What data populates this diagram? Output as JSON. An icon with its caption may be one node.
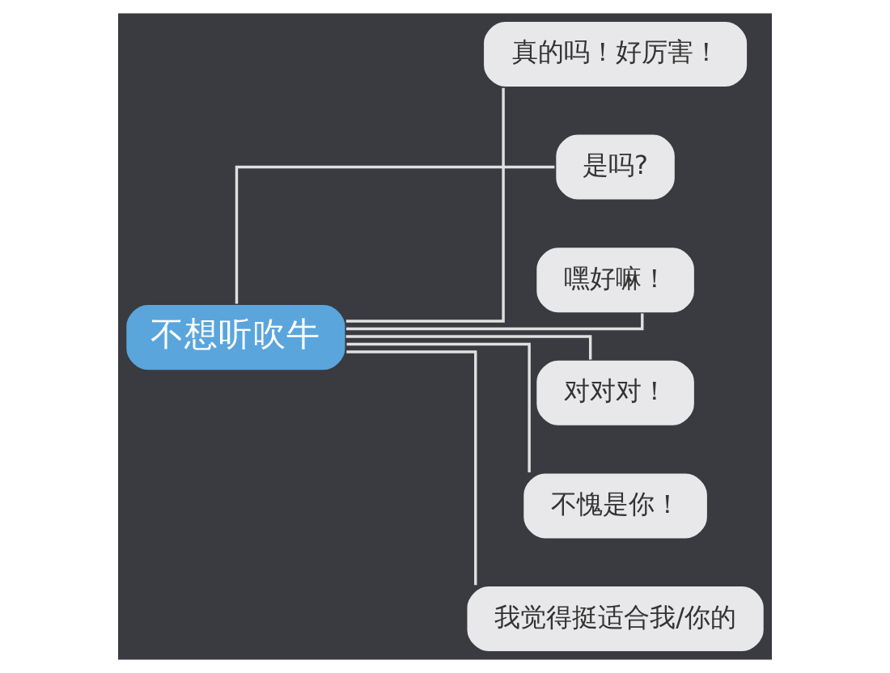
{
  "diagram": {
    "nodes": [
      {
        "text": [
          "不想听吹牛"
        ]
      },
      {
        "text": [
          "真的吗！好厉害！"
        ]
      },
      {
        "text": [
          "是吗?"
        ]
      },
      {
        "text": [
          "嘿好嘛！"
        ]
      },
      {
        "text": [
          "对对对！"
        ]
      },
      {
        "text": [
          "不愧是你！"
        ]
      },
      {
        "text": [
          "我觉得挺适合我/你的"
        ]
      }
    ],
    "edges": [
      {
        "from": 0,
        "to": 1,
        "arrow": "none"
      },
      {
        "from": 0,
        "to": 2,
        "arrow": "none"
      },
      {
        "from": 0,
        "to": 3,
        "arrow": "none"
      },
      {
        "from": 0,
        "to": 4,
        "arrow": "none"
      },
      {
        "from": 0,
        "to": 5,
        "arrow": "none"
      },
      {
        "from": 0,
        "to": 6,
        "arrow": "none"
      }
    ]
  }
}
